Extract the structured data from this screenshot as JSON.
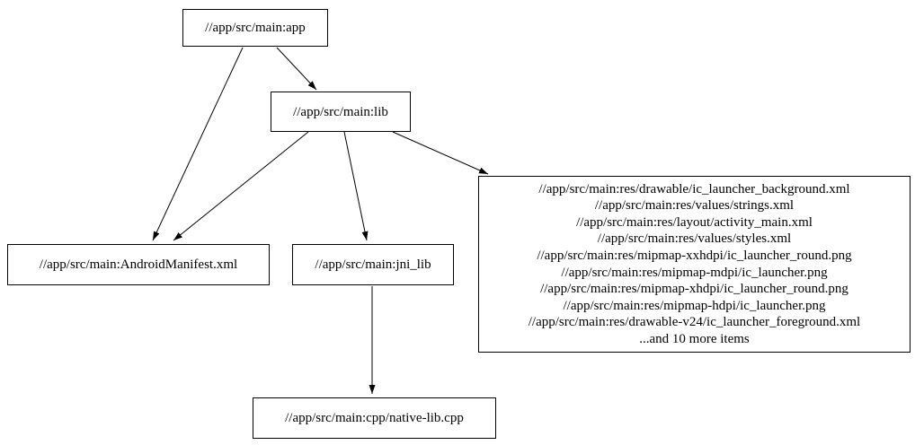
{
  "diagram": {
    "type": "dependency-graph",
    "background_color": "#ffffff",
    "node_border_color": "#000000",
    "edge_color": "#000000",
    "nodes": {
      "app": {
        "label": "//app/src/main:app"
      },
      "lib": {
        "label": "//app/src/main:lib"
      },
      "manifest": {
        "label": "//app/src/main:AndroidManifest.xml"
      },
      "jni_lib": {
        "label": "//app/src/main:jni_lib"
      },
      "cpp": {
        "label": "//app/src/main:cpp/native-lib.cpp"
      },
      "res": {
        "lines": [
          "//app/src/main:res/drawable/ic_launcher_background.xml",
          "//app/src/main:res/values/strings.xml",
          "//app/src/main:res/layout/activity_main.xml",
          "//app/src/main:res/values/styles.xml",
          "//app/src/main:res/mipmap-xxhdpi/ic_launcher_round.png",
          "//app/src/main:res/mipmap-mdpi/ic_launcher.png",
          "//app/src/main:res/mipmap-xhdpi/ic_launcher_round.png",
          "//app/src/main:res/mipmap-hdpi/ic_launcher.png",
          "//app/src/main:res/drawable-v24/ic_launcher_foreground.xml",
          "...and 10 more items"
        ]
      }
    },
    "edges": [
      {
        "from": "app",
        "to": "lib"
      },
      {
        "from": "app",
        "to": "manifest"
      },
      {
        "from": "lib",
        "to": "manifest"
      },
      {
        "from": "lib",
        "to": "jni_lib"
      },
      {
        "from": "lib",
        "to": "res"
      },
      {
        "from": "jni_lib",
        "to": "cpp"
      }
    ]
  }
}
